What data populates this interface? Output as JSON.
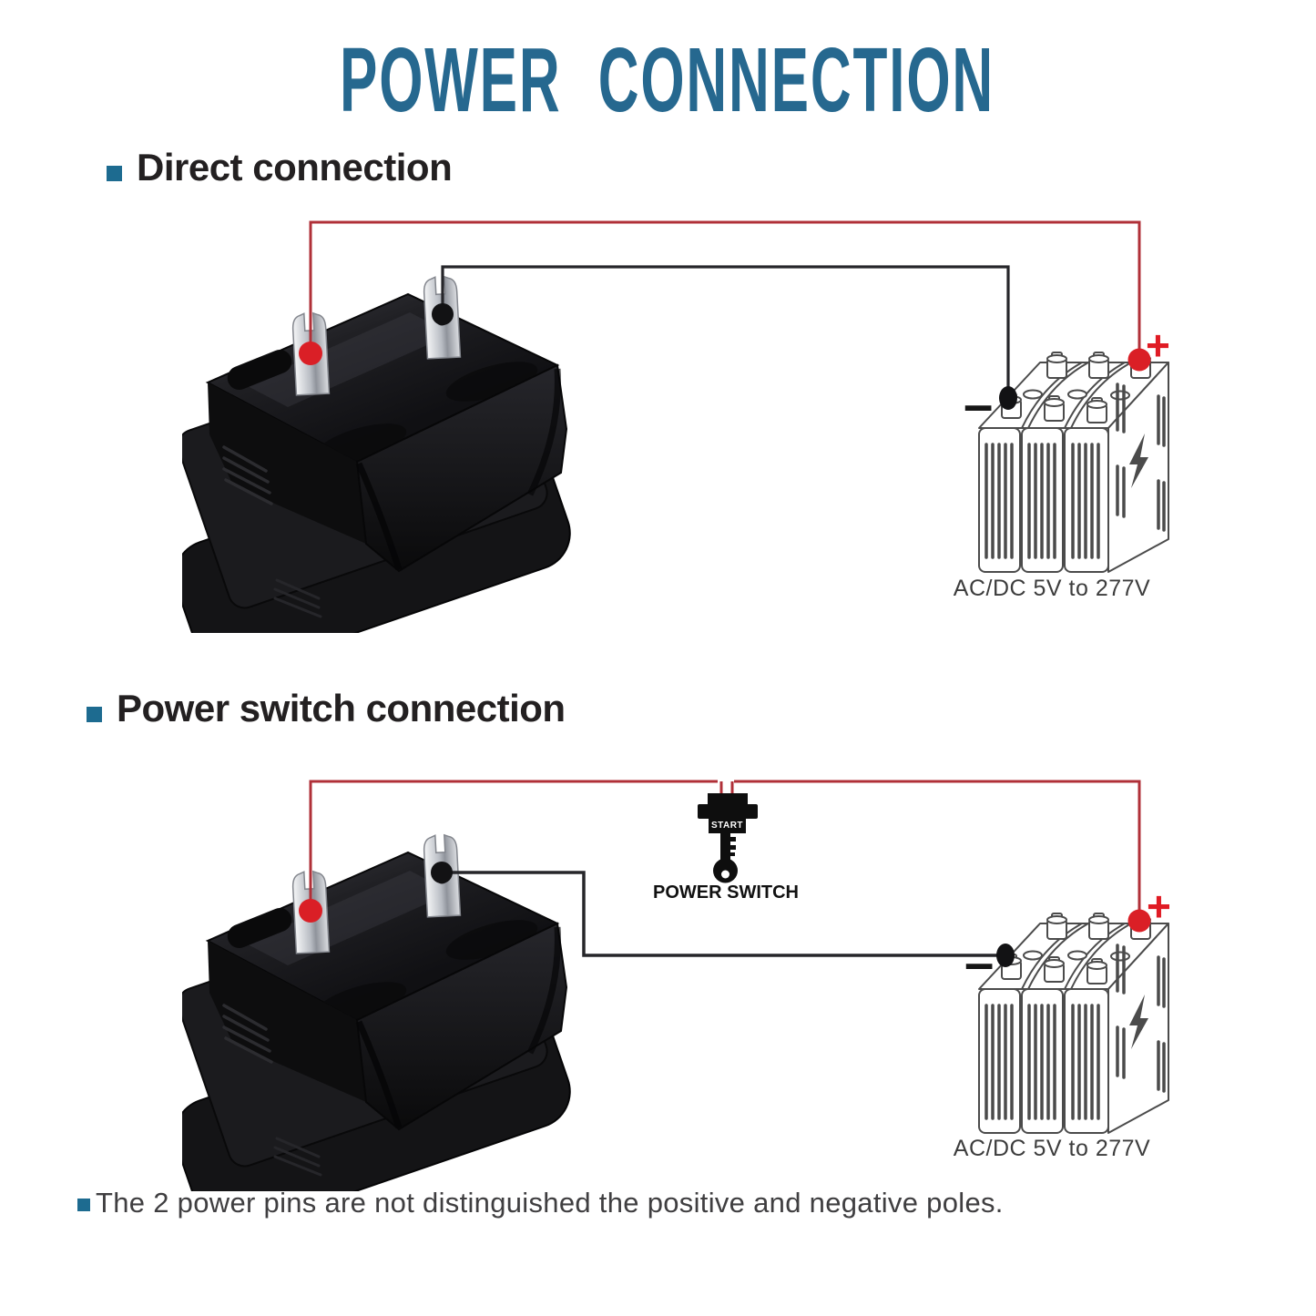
{
  "title": "POWER CONNECTION",
  "sections": {
    "direct": {
      "heading": "Direct connection"
    },
    "switch": {
      "heading": "Power switch connection"
    }
  },
  "battery": {
    "label": "AC/DC 5V to 277V",
    "plus": "+",
    "minus": "–"
  },
  "switch_icon": {
    "start": "START",
    "caption": "POWER SWITCH"
  },
  "note": "The 2 power pins are not distinguished the positive and negative poles.",
  "colors": {
    "title_blue": "#26688f",
    "bullet_teal": "#1d6b90",
    "wire_red": "#b03038",
    "dot_red": "#da1f26",
    "wire_black": "#26262a",
    "battery_line": "#4b4b4b"
  }
}
